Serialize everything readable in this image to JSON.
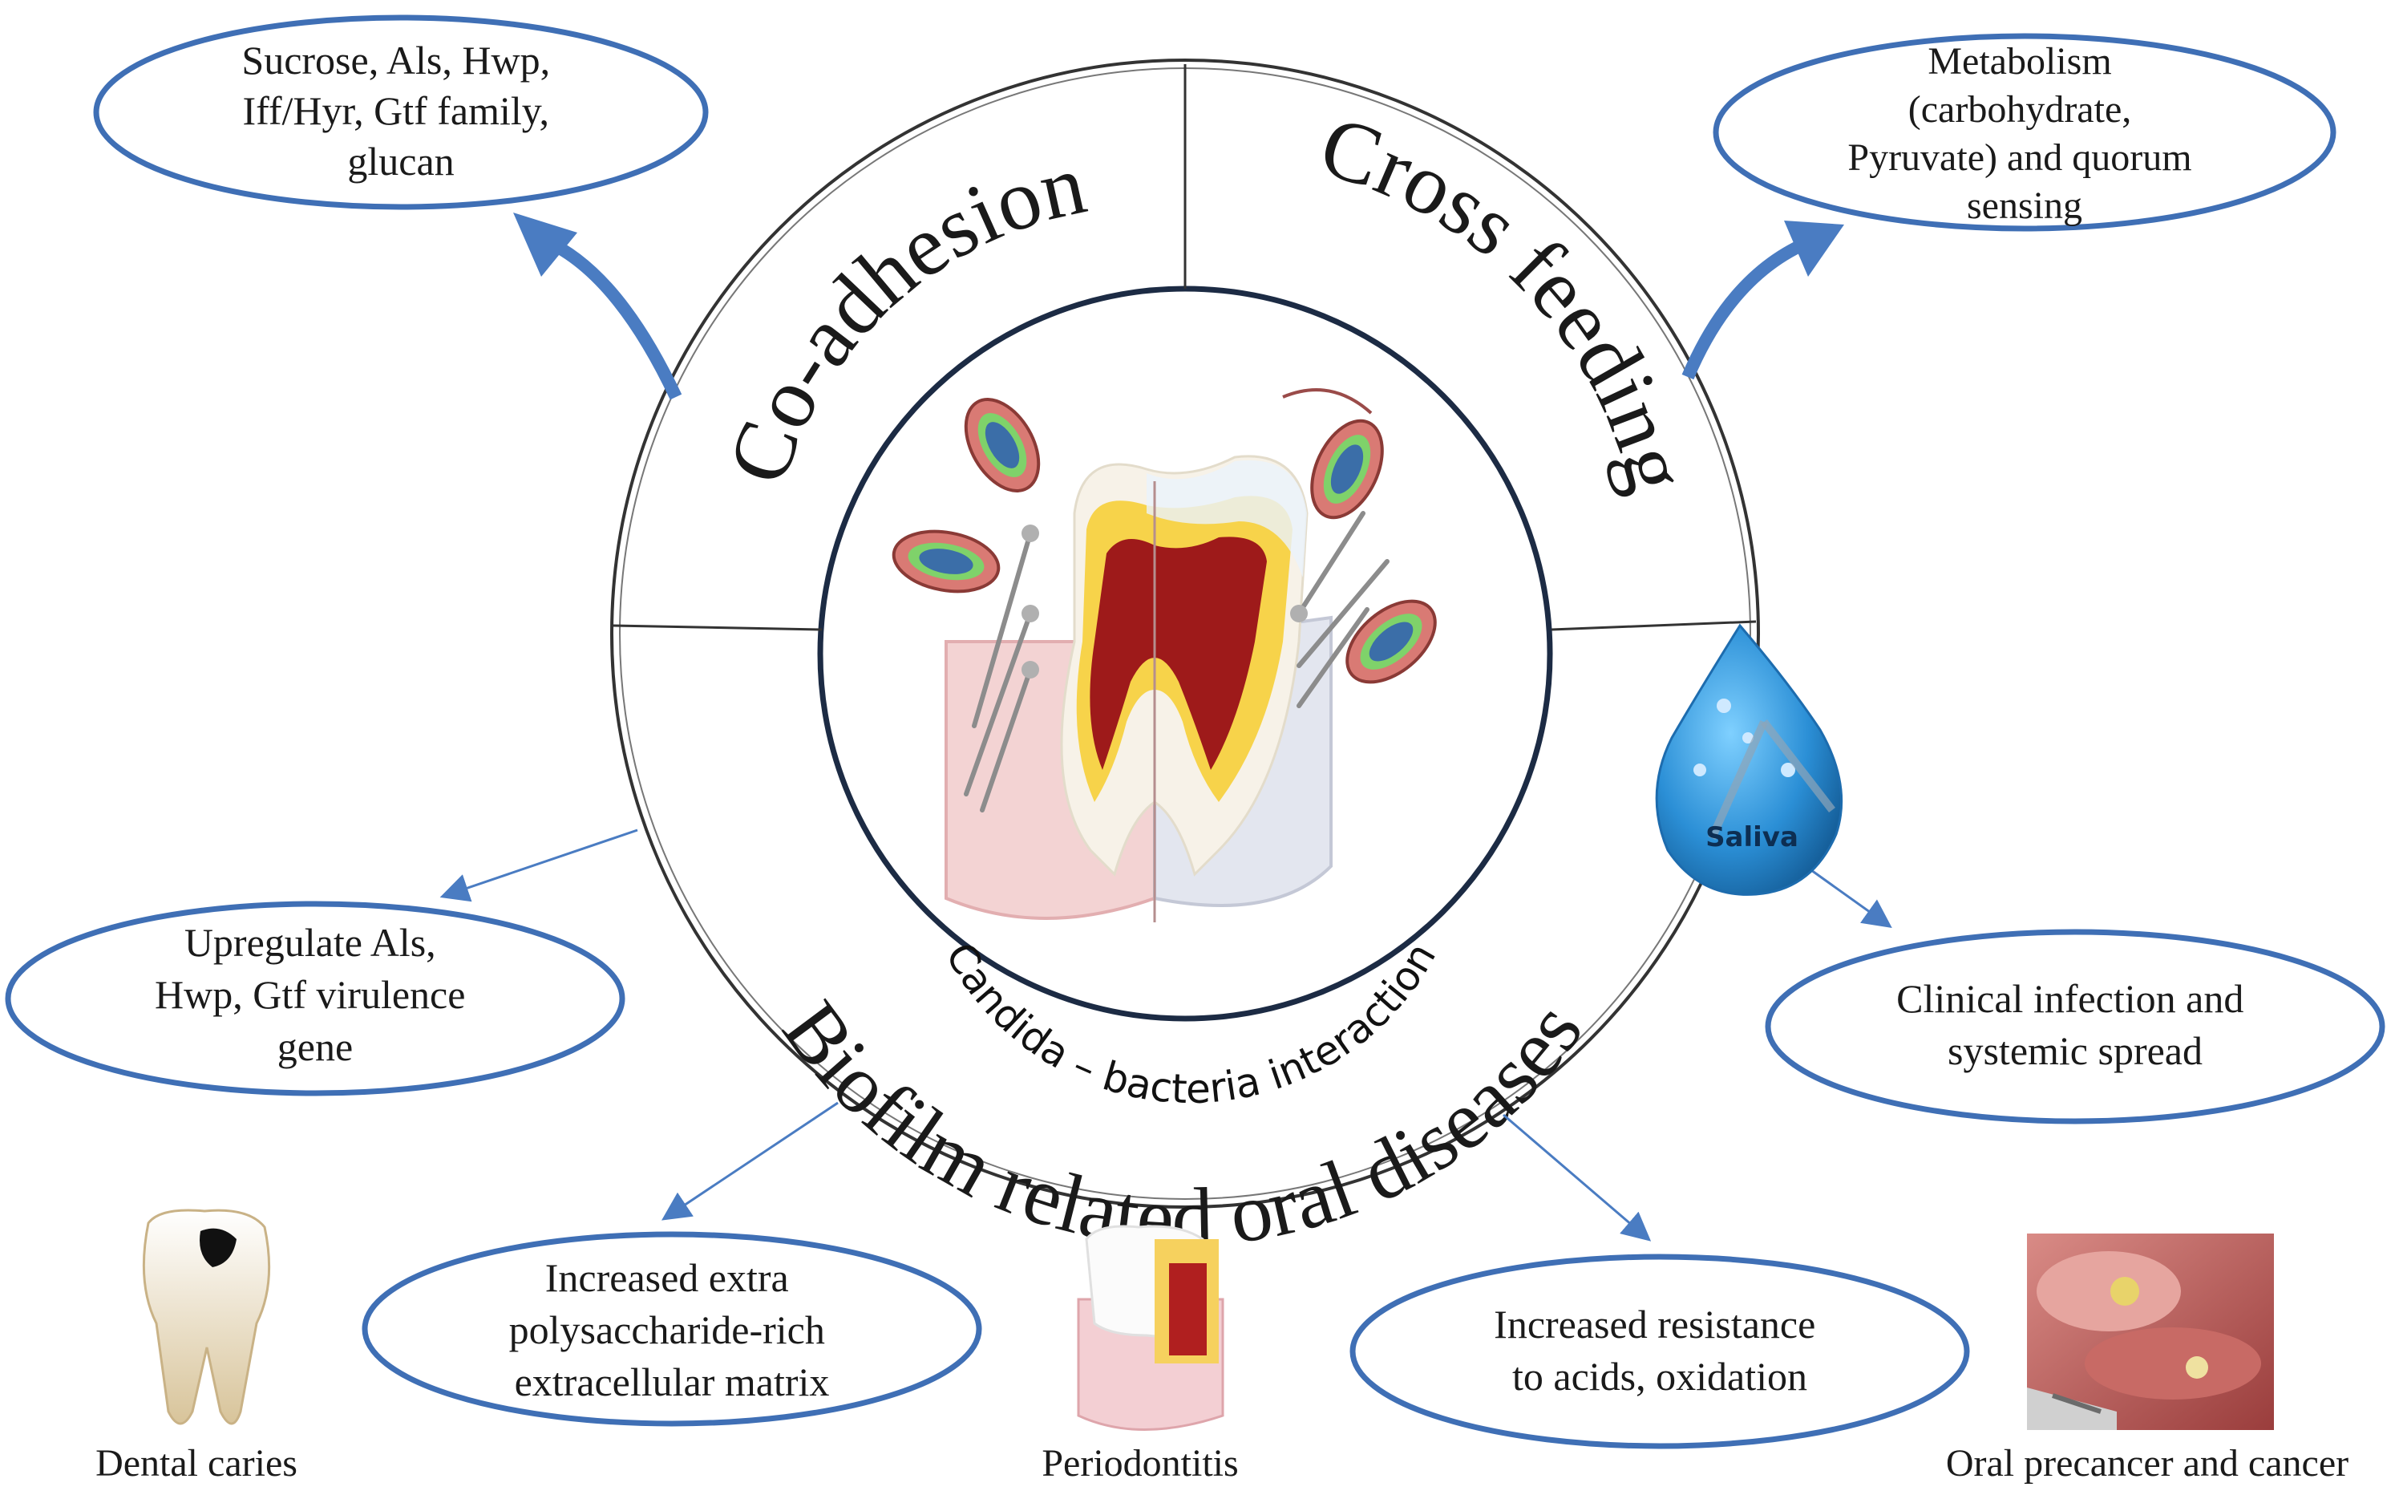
{
  "diagram": {
    "center_label": "Candida – bacteria interaction",
    "ring_sections": {
      "co_adhesion": "Co-adhesion",
      "cross_feeding": "Cross feeding",
      "biofilm": "Biofilm related oral diseases"
    },
    "ovals": {
      "top_left": [
        "Sucrose, Als, Hwp,",
        "Iff/Hyr, Gtf family,",
        "glucan"
      ],
      "top_right": [
        "Metabolism",
        "(carbohydrate,",
        "Pyruvate) and quorum",
        "sensing"
      ],
      "mid_left": [
        "Upregulate Als,",
        "Hwp, Gtf virulence",
        "gene"
      ],
      "mid_right": [
        "Clinical infection and",
        "systemic spread"
      ],
      "bottom_center_left": [
        "Increased extra",
        "polysaccharide-rich",
        "extracellular matrix"
      ],
      "bottom_center_right": [
        "Increased resistance",
        "to acids, oxidation"
      ]
    },
    "saliva_label": "Saliva",
    "bottom_labels": {
      "dental_caries": "Dental caries",
      "periodontitis": "Periodontitis",
      "oral_cancer": "Oral precancer and cancer"
    },
    "colors": {
      "oval_stroke": "#3f6fb5",
      "arrow": "#4a7cc2",
      "ring_stroke": "#333333",
      "saliva": "#2b8fd6"
    }
  }
}
